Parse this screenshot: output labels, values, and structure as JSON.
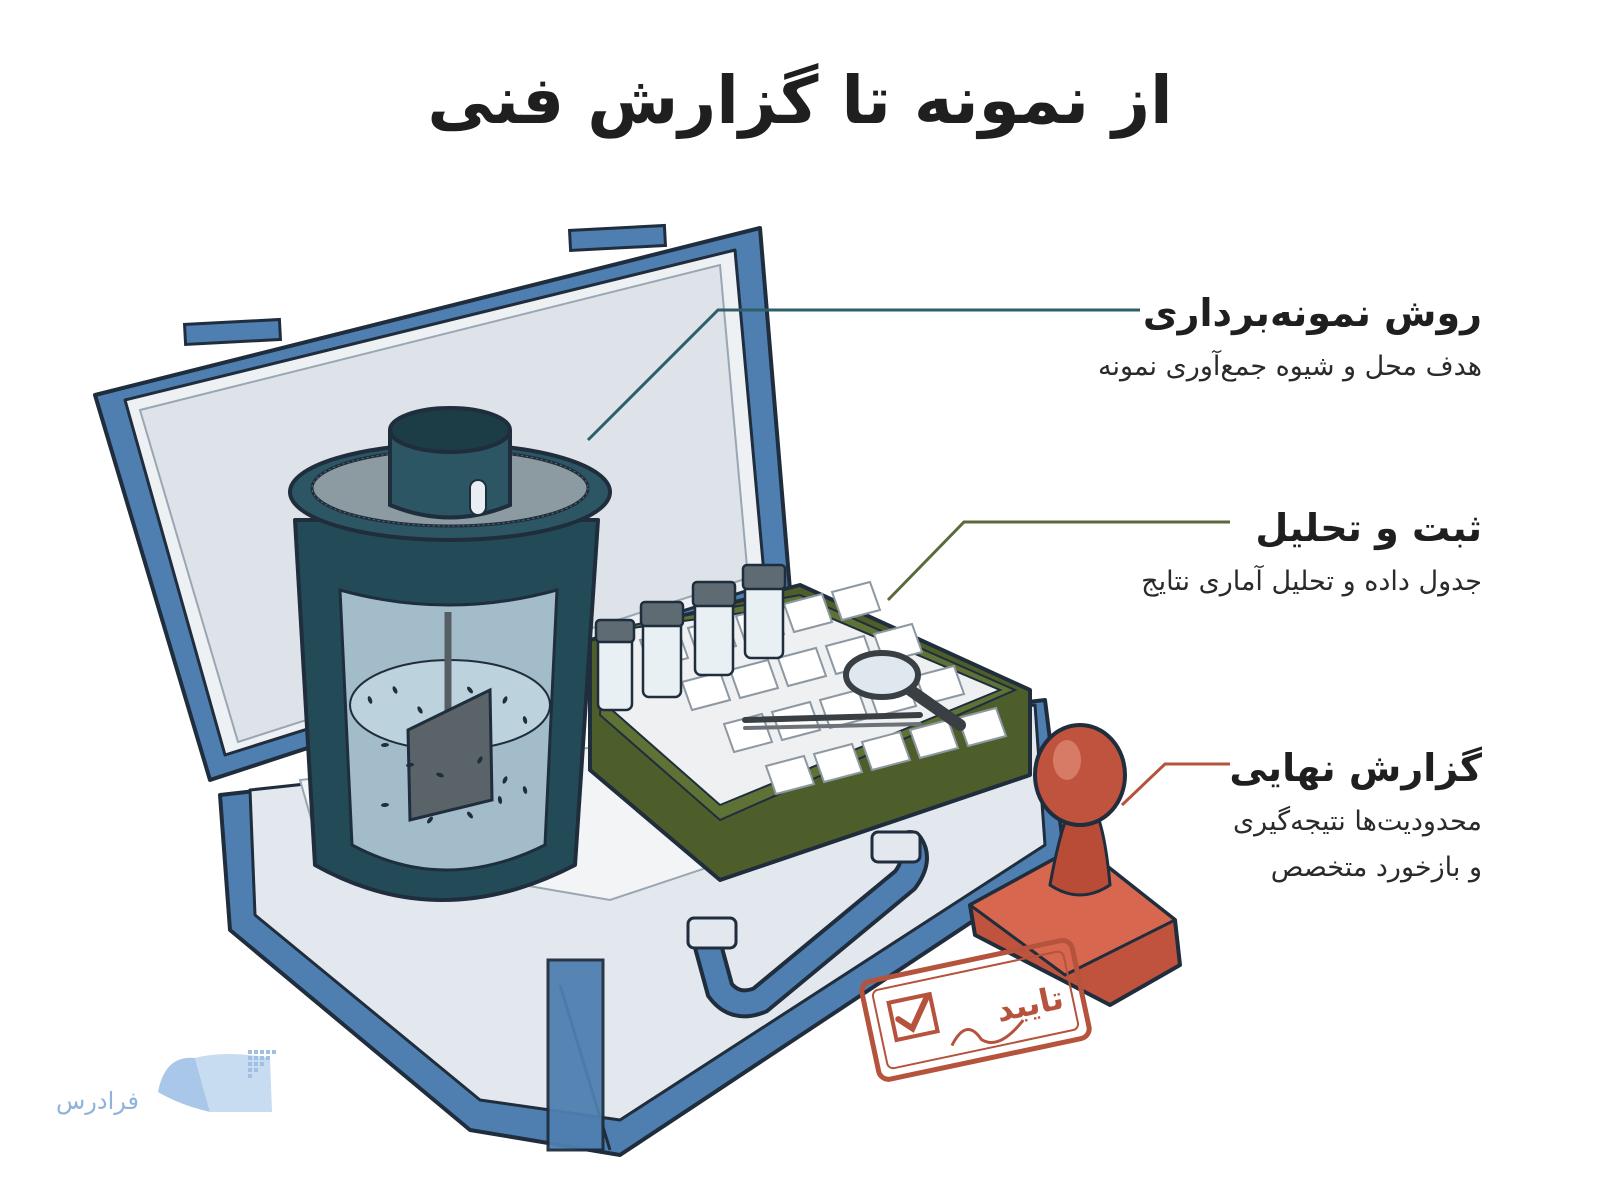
{
  "title": "از نمونه تا گزارش فنی",
  "labels": [
    {
      "heading": "روش نمونه‌برداری",
      "sub": "هدف محل و شیوه جمع‌آوری نمونه",
      "color": "#2f5e68"
    },
    {
      "heading": "ثبت و تحلیل",
      "sub": "جدول داده و تحلیل آماری نتایج",
      "color": "#5b6a3a"
    },
    {
      "heading": "گزارش نهایی",
      "sub_lines": [
        "محدودیت‌ها نتیجه‌گیری",
        "و بازخورد متخصص"
      ],
      "color": "#b5533c"
    }
  ],
  "stamp_text": "تایید",
  "brand": "فرادرس",
  "colors": {
    "case_blue": "#4f7fb0",
    "jar_teal": "#234b57",
    "tray_green": "#4e5e2b",
    "stamp_red": "#c0533e"
  }
}
